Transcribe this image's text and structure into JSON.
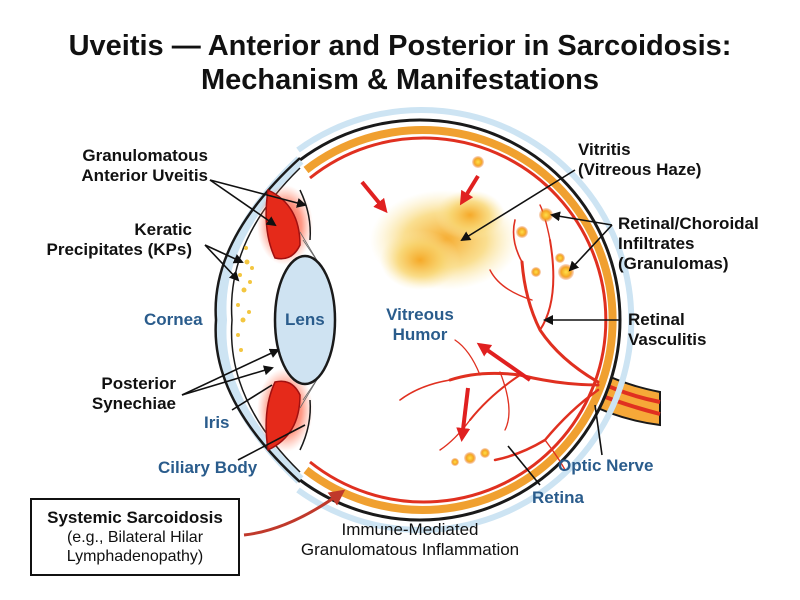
{
  "title": {
    "line1": "Uveitis — Anterior and Posterior in Sarcoidosis:",
    "line2": "Mechanism & Manifestations"
  },
  "labels": {
    "granulomatous_anterior_uveitis": [
      "Granulomatous",
      "Anterior Uveitis"
    ],
    "keratic_precipitates": [
      "Keratic",
      "Precipitates (KPs)"
    ],
    "cornea": "Cornea",
    "lens": "Lens",
    "posterior_synechiae": [
      "Posterior",
      "Synechiae"
    ],
    "iris": "Iris",
    "ciliary_body": "Ciliary Body",
    "vitreous_humor": [
      "Vitreous",
      "Humor"
    ],
    "vitritis": [
      "Vitritis",
      "(Vitreous Haze)"
    ],
    "retinal_choroidal_infiltrates": [
      "Retinal/Choroidal",
      "Infiltrates",
      "(Granulomas)"
    ],
    "retinal_vasculitis": [
      "Retinal",
      "Vasculitis"
    ],
    "optic_nerve": "Optic Nerve",
    "retina": "Retina"
  },
  "systemic_box": {
    "title": "Systemic Sarcoidosis",
    "line2": "(e.g., Bilateral Hilar",
    "line3": "Lymphadenopathy)"
  },
  "mechanism": [
    "Immune-Mediated",
    "Granulomatous Inflammation"
  ],
  "colors": {
    "label_blue": "#2a5c8c",
    "inflammation_red": "#e02020",
    "sclera_outline": "#1a1a1a",
    "choroid_orange": "#f0a030",
    "lens_fill": "#cfe3f2",
    "haze_yellow": "#f7d66a"
  }
}
